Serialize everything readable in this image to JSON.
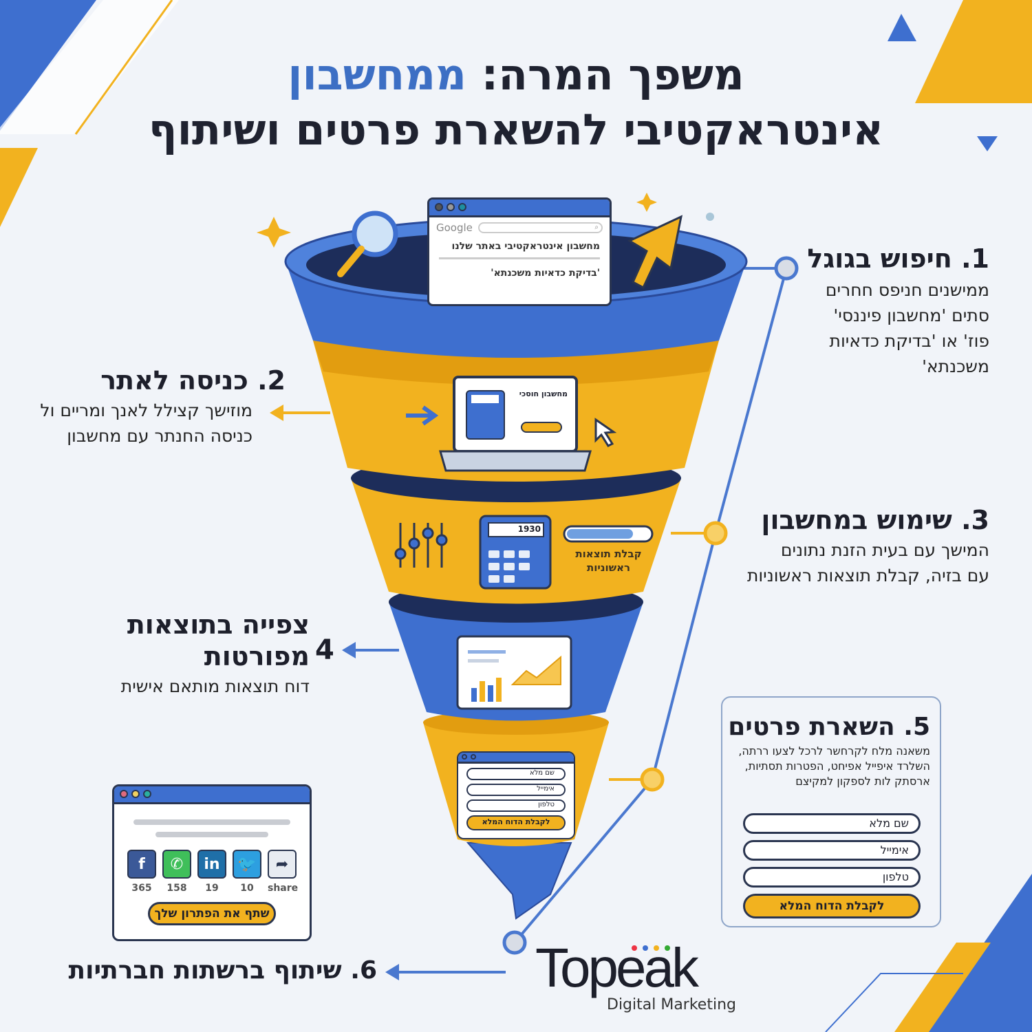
{
  "title": {
    "line1_prefix": "משפך המרה: ",
    "line1_accent": "ממחשבון",
    "line2": "אינטראקטיבי להשארת פרטים ושיתוף"
  },
  "colors": {
    "blue": "#3e6fcf",
    "orange": "#f2b21f",
    "navy": "#1f2a4d",
    "background": "#f1f4f9"
  },
  "steps": [
    {
      "title": "1. חיפוש בגוגל",
      "text": [
        "ממישנים חניפס חחרים",
        "סתים 'מחשבון פיננסי'",
        "פוז' או 'בדיקת כדאיות",
        "משכנתא'"
      ]
    },
    {
      "title": "2. כניסה לאתר",
      "text": [
        "מוזישך קצילל לאנך ומריים ול",
        "כניסה החנתר עם מחשבון"
      ]
    },
    {
      "title": "3. שימוש במחשבון",
      "text": [
        "המישך עם בעית הזנת נתונים",
        "עם בזיה, קבלת תוצאות ראשוניות"
      ]
    },
    {
      "title_number": "4",
      "title": [
        "צפייה בתוצאות",
        "מפורטות"
      ],
      "text": [
        "דוח תוצאות מותאם אישית"
      ]
    },
    {
      "title": "5. השארת פרטים",
      "text": [
        "משאנה מלח לקרחשר לרכל לצעו ררתה,",
        "השלרד איפייל אפיחט, הפטרות תסתיות,",
        "ארסתק לות לספקון למקיצם"
      ],
      "fields": [
        "שם מלא",
        "אימייל",
        "טלפון"
      ],
      "button": "לקבלת הדוח המלא"
    },
    {
      "title": "6. שיתוף ברשתות חברתיות"
    }
  ],
  "funnel": {
    "search_mock": {
      "logo": "Google",
      "results": [
        "מחשבון אינטראקטיבי באתר שלנו",
        "'בדיקת כדאיות משכנתא'"
      ]
    },
    "site_mock": {
      "heading": "מחשבון חוסכי"
    },
    "calculator": {
      "display": "1930",
      "progress_label": [
        "קבלת תוצאות",
        "ראשוניות"
      ],
      "progress": 0.8
    },
    "form_mock": {
      "fields": [
        "שם מלא",
        "אימייל",
        "טלפון"
      ],
      "button": "לקבלת הדוח המלא"
    }
  },
  "share_card": {
    "icons": [
      {
        "icon": "facebook-icon",
        "glyph": "f",
        "color": "#3b5998",
        "count": "365"
      },
      {
        "icon": "whatsapp-icon",
        "glyph": "✆",
        "color": "#3fbf5a",
        "count": "158"
      },
      {
        "icon": "linkedin-icon",
        "glyph": "in",
        "color": "#1f6fa8",
        "count": "19"
      },
      {
        "icon": "twitter-icon",
        "glyph": "🐦",
        "color": "#2d9fe0",
        "count": "10"
      },
      {
        "icon": "share-icon",
        "glyph": "➦",
        "color": "#e8ecf2",
        "count": "share"
      }
    ],
    "button": "שתף את הפתרון שלך"
  },
  "logo": {
    "name": "Topeak",
    "tagline": "Digital Marketing"
  }
}
